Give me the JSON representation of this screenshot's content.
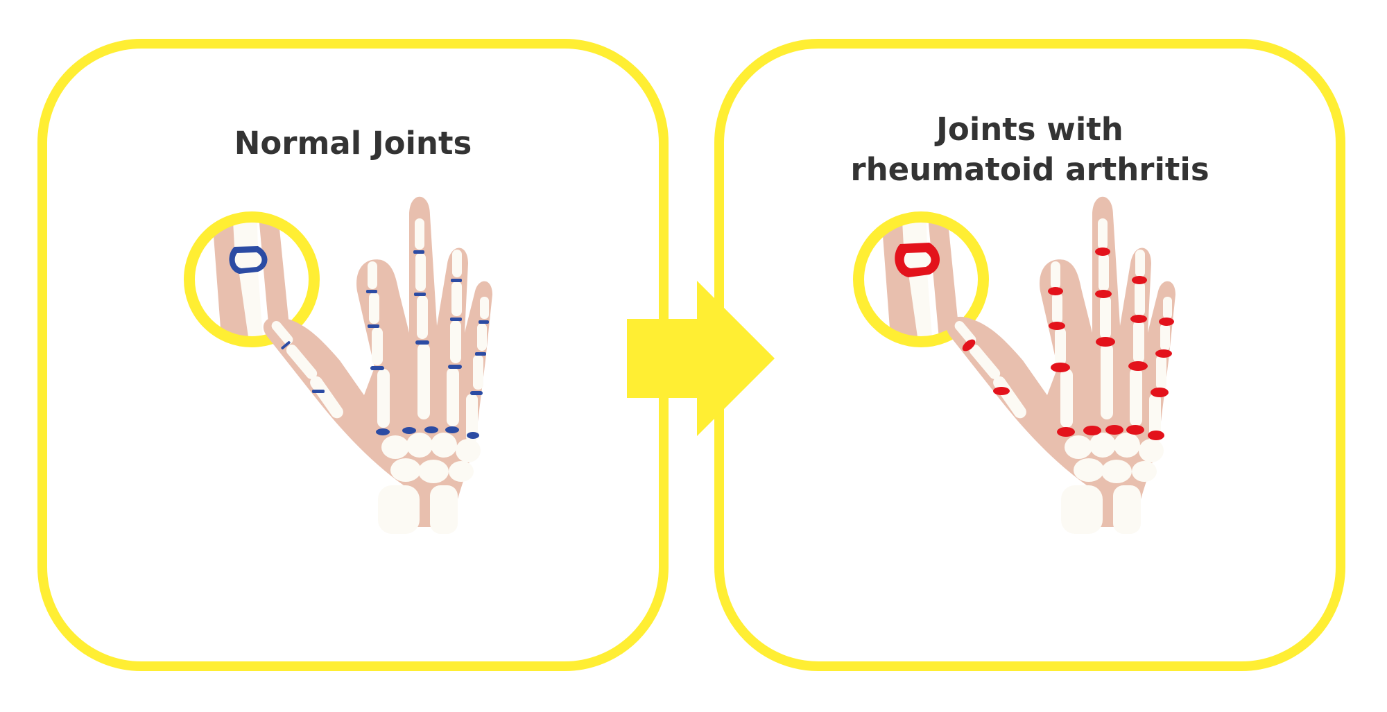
{
  "panels": [
    {
      "title": "Normal Joints",
      "joint_color": "#2b4ba3"
    },
    {
      "title_lines": [
        "Joints with",
        "rheumatoid arthritis"
      ],
      "joint_color": "#e3121b"
    }
  ],
  "colors": {
    "frame": "#ffee33",
    "skin": "#e8bfae",
    "bone": "#fcfaf4",
    "text": "#333333"
  },
  "connector": {
    "icon": "arrow-right-icon"
  }
}
